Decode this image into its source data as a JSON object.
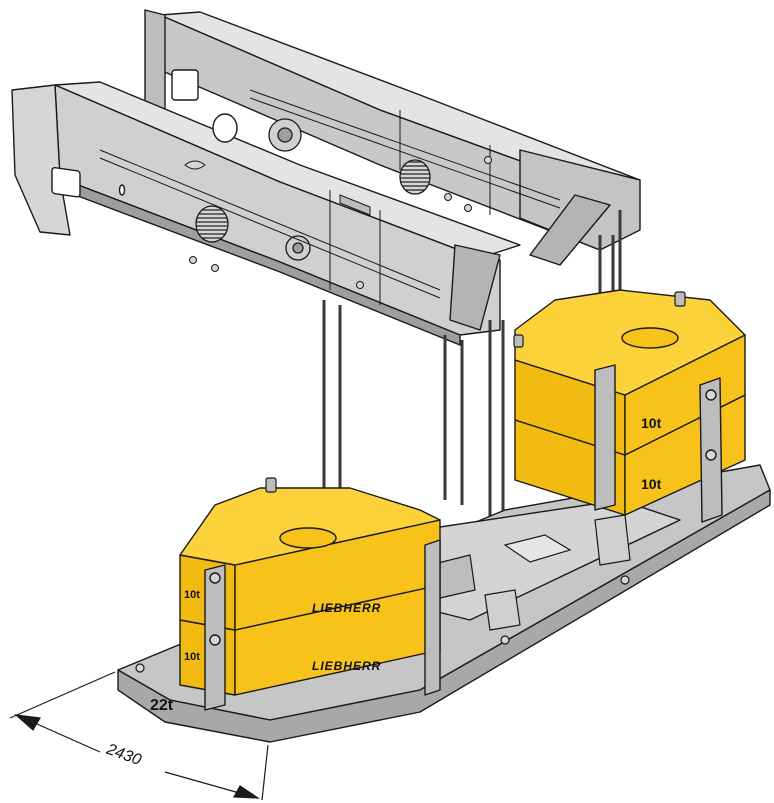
{
  "colors": {
    "steel_light": "#d6d6d6",
    "steel_mid": "#bdbdbd",
    "steel_dark": "#9e9e9e",
    "steel_shadow": "#7a7a7a",
    "ballast_yellow": "#f7c21a",
    "ballast_shadow": "#e0a90b",
    "ballast_top": "#fbd23a",
    "outline": "#1a1a1a"
  },
  "labels": {
    "base_plate_weight": "22t",
    "front_slab_upper_weight": "10t",
    "front_slab_lower_weight": "10t",
    "rear_slab_upper_weight": "10t",
    "rear_slab_lower_weight": "10t",
    "front_slab_upper_brand": "LIEBHERR",
    "front_slab_lower_brand": "LIEBHERR"
  },
  "dimension": {
    "value": "2430"
  }
}
